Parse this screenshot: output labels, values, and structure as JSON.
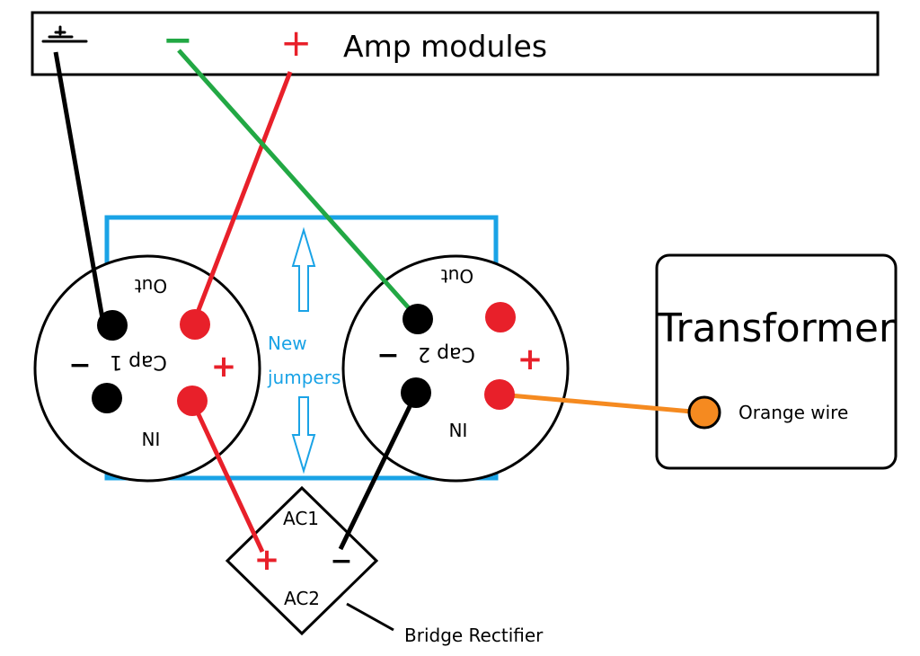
{
  "amp_modules": {
    "label": "Amp modules",
    "ground_symbol": "ground-icon",
    "minus": "−",
    "plus": "+"
  },
  "transformer": {
    "title": "Transformer",
    "orange_wire_label": "Orange wire"
  },
  "cap1": {
    "label": "Cap 1",
    "out": "Out",
    "in": "IN",
    "minus": "−",
    "plus": "+"
  },
  "cap2": {
    "label": "Cap 2",
    "out": "Out",
    "in": "IN",
    "minus": "−",
    "plus": "+"
  },
  "jumpers": {
    "line1": "New",
    "line2": "jumpers"
  },
  "bridge": {
    "ac1": "AC1",
    "ac2": "AC2",
    "plus": "+",
    "minus": "−",
    "caption": "Bridge Rectifier"
  },
  "colors": {
    "black": "#000000",
    "red": "#e8202a",
    "green": "#22a844",
    "blue": "#1aa3e6",
    "orange": "#f58a20"
  }
}
